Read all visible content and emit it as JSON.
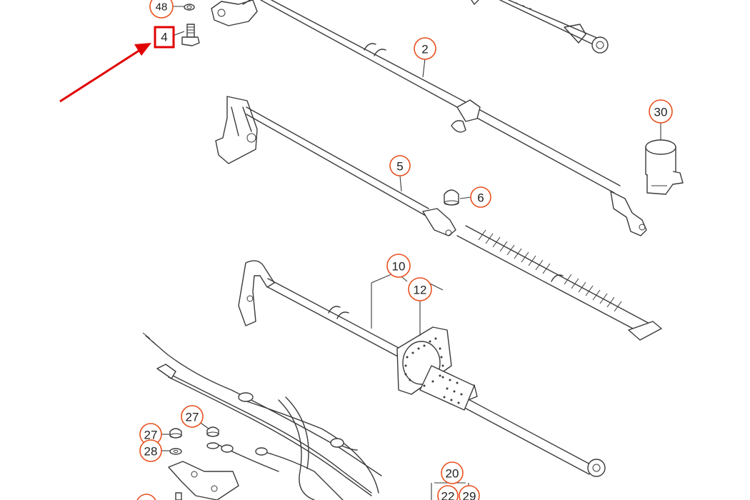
{
  "diagram": {
    "colors": {
      "line": "#3a3a3a",
      "label_ring": "#e8501e",
      "highlight": "#e00000",
      "background": "#ffffff"
    },
    "labels": {
      "p48": "48",
      "p4": "4",
      "p2": "2",
      "p30": "30",
      "p5": "5",
      "p6": "6",
      "p10": "10",
      "p12": "12",
      "p27a": "27",
      "p27b": "27",
      "p28": "28",
      "p20": "20",
      "p22": "22",
      "p29": "29"
    },
    "highlighted_part": "4"
  }
}
